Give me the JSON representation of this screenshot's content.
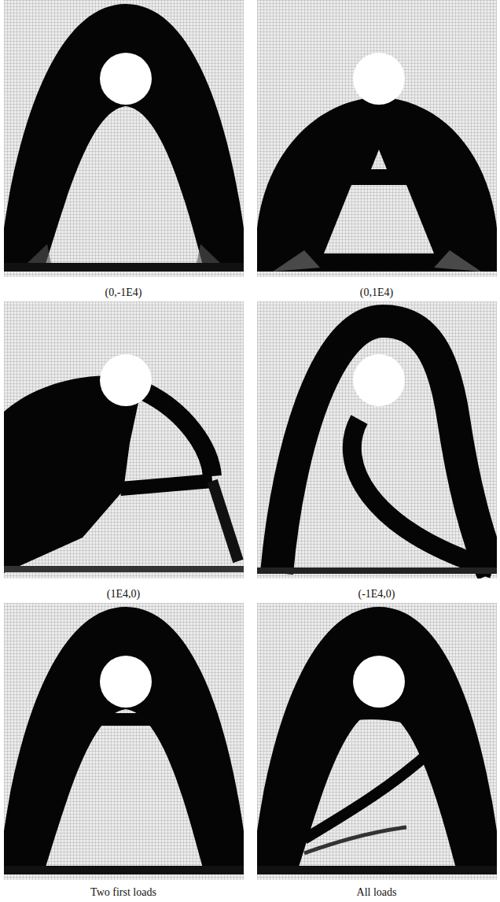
{
  "diagram": {
    "labels": [
      "(0,-1E4)",
      "(0,1E4)",
      "(1E4,0)",
      "(-1E4,0)",
      "Two first loads",
      "All loads"
    ]
  }
}
